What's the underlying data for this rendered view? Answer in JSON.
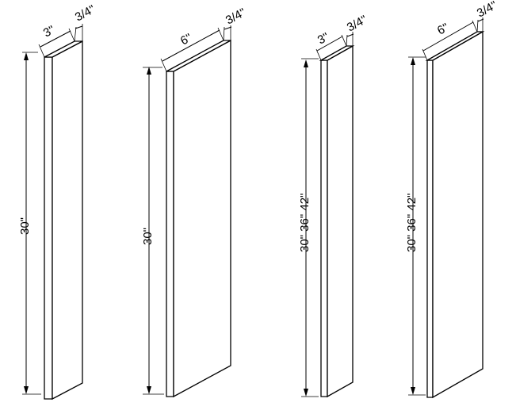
{
  "panels": [
    {
      "width": "3\"",
      "thickness": "3/4\"",
      "height": "30\""
    },
    {
      "width": "6\"",
      "thickness": "3/4\"",
      "height": "30\""
    },
    {
      "width": "3\"",
      "thickness": "3/4\"",
      "height": "30\" 36\" 42\""
    },
    {
      "width": "6\"",
      "thickness": "3/4\"",
      "height": "30\" 36\" 42\""
    }
  ]
}
